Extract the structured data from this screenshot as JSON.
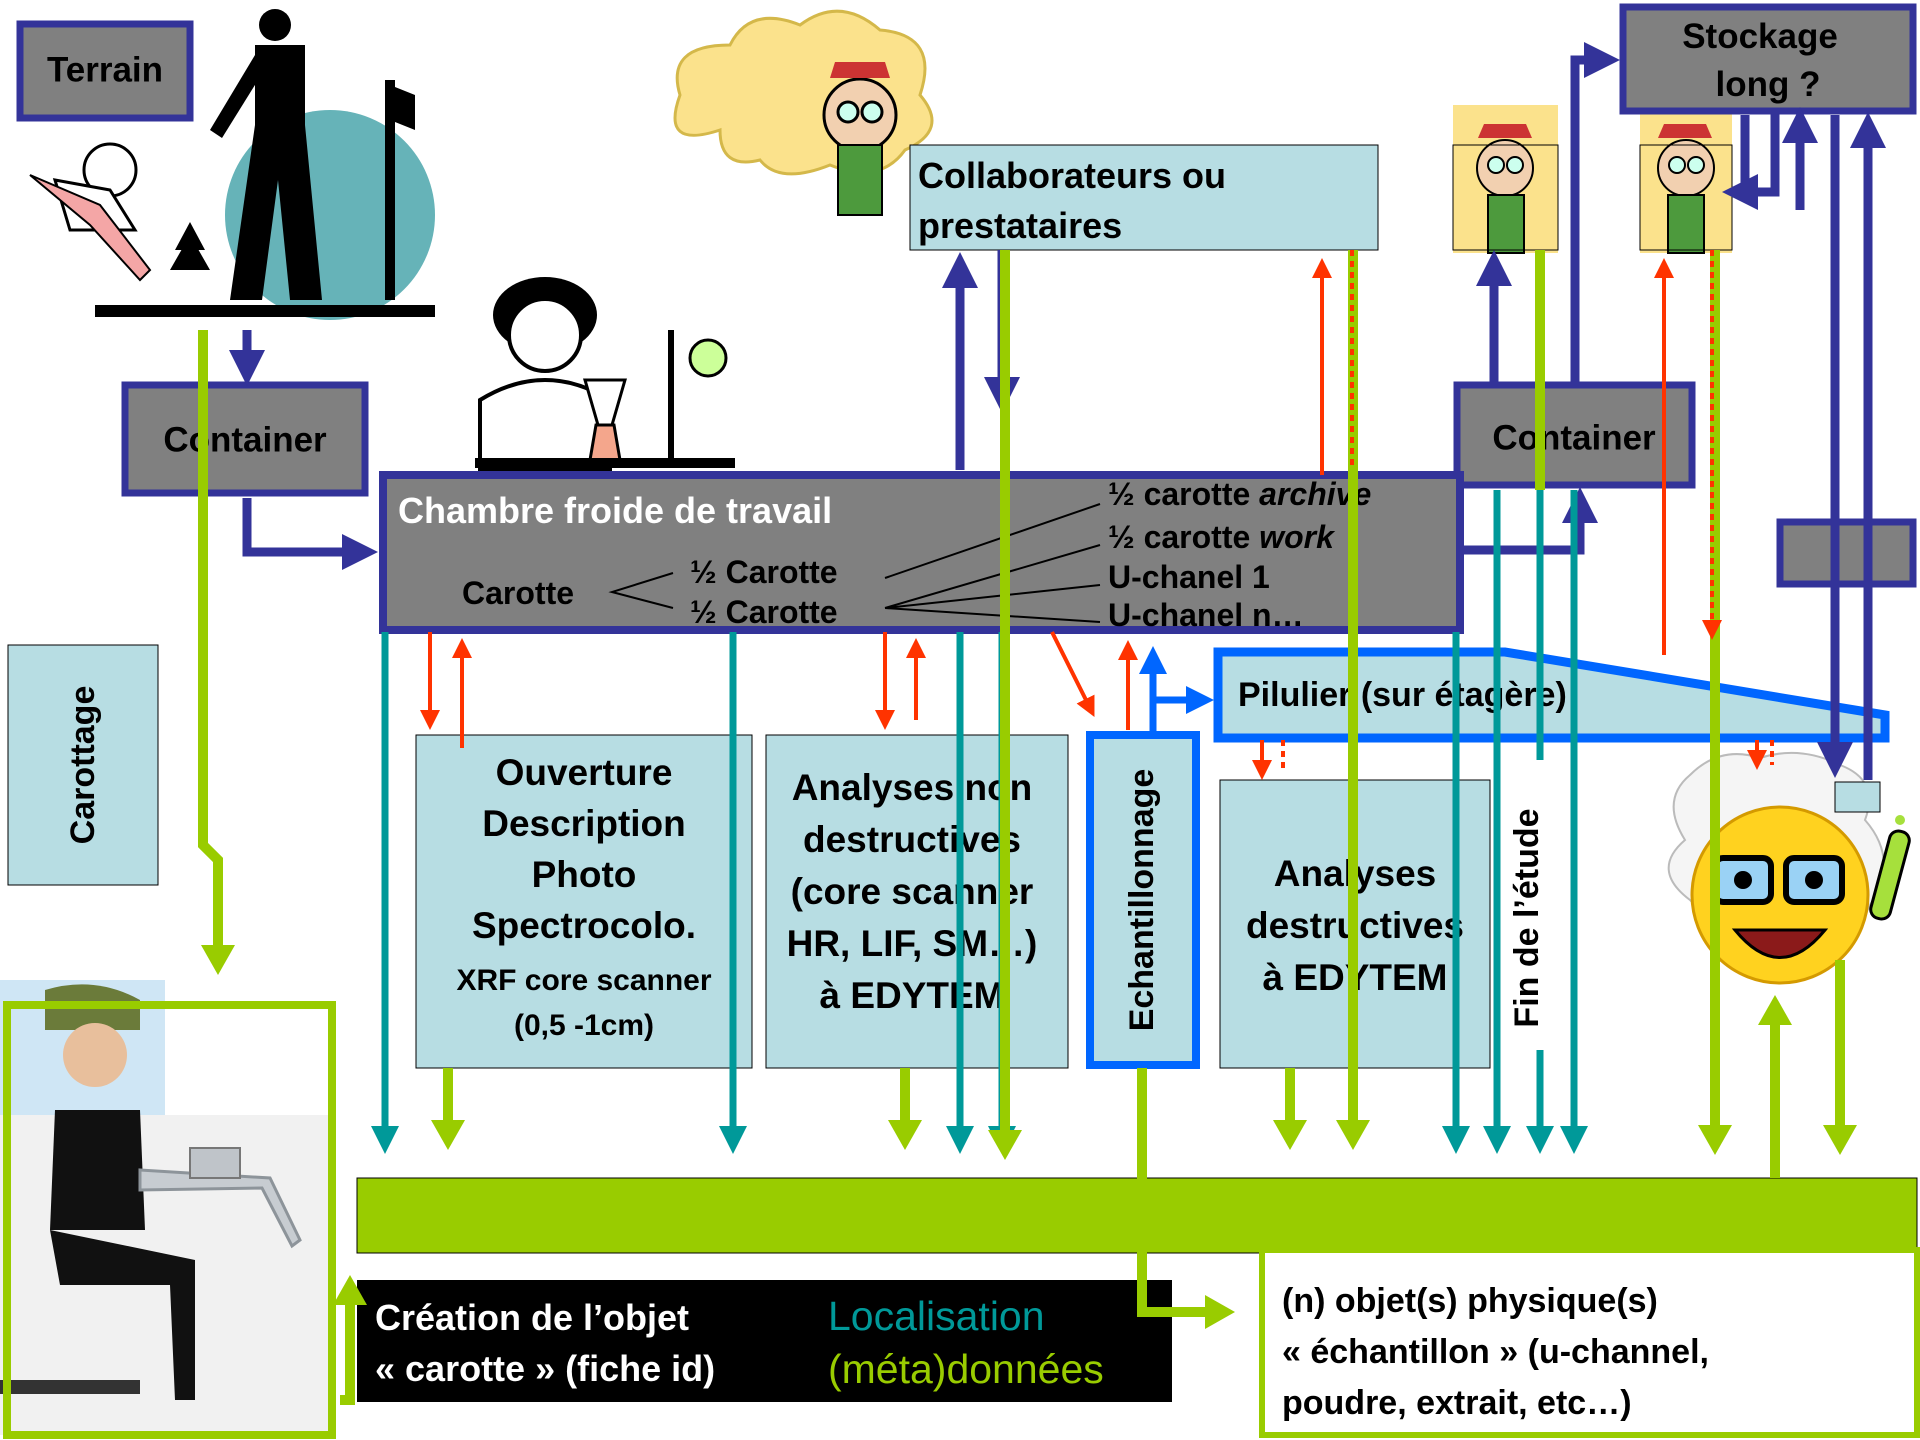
{
  "boxes": {
    "terrain": "Terrain",
    "container_left": "Container",
    "container_right": "Container",
    "stockage_line1": "Stockage",
    "stockage_line2": "long ?",
    "collab_line1": "Collaborateurs ou",
    "collab_line2": "prestataires",
    "chambre_title": "Chambre froide de travail",
    "carotte": "Carotte",
    "half_carotte_a": "½ Carotte",
    "half_carotte_b": "½ Carotte",
    "archive_prefix": "½ carotte ",
    "archive_word": "archive",
    "work_prefix": "½ carotte ",
    "work_word": "work",
    "uchanel_1": "U-chanel 1",
    "uchanel_n": "U-chanel n…",
    "pilulier": "Pilulier (sur étagère)",
    "carottage": "Carottage",
    "ouverture": [
      "Ouverture",
      "Description",
      "Photo",
      "Spectrocolo."
    ],
    "xrf": [
      "XRF core scanner",
      "(0,5 -1cm)"
    ],
    "analyses_nd": [
      "Analyses non",
      "destructives",
      "(core scanner",
      "HR, LIF, SM…)",
      "à EDYTEM"
    ],
    "echantillonnage": "Echantillonnage",
    "analyses_d": [
      "Analyses",
      "destructives",
      "à EDYTEM"
    ],
    "fin_etude": "Fin de l’étude",
    "creation": [
      "Création de l’objet",
      "« carotte » (fiche id)"
    ],
    "localisation": "Localisation",
    "metadonnees": "(méta)données",
    "objets": [
      "(n) objet(s) physique(s)",
      "« échantillon » (u-channel,",
      "poudre, extrait, etc…)"
    ]
  },
  "colors": {
    "blue": "#333399",
    "green": "#99cc00",
    "teal": "#009999",
    "red": "#ff3300",
    "gray": "#808080",
    "lightblue": "#b7dde3",
    "brightblue": "#0066ff"
  },
  "figures": [
    "surveyor-with-axe",
    "scientist-in-cloud",
    "lab-technician",
    "scientist-1",
    "scientist-2",
    "happy-scientist",
    "office-worker"
  ]
}
